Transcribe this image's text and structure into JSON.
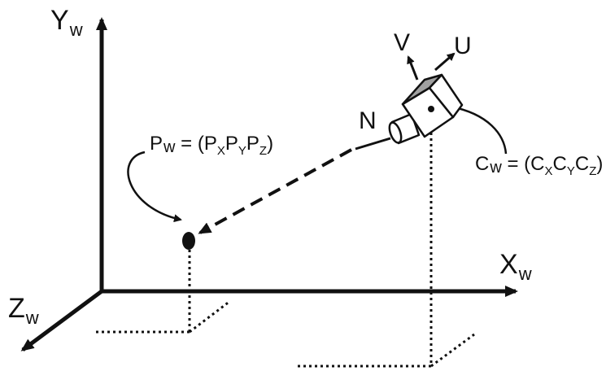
{
  "axes": {
    "y": {
      "letter": "Y",
      "sub": "w"
    },
    "x": {
      "letter": "X",
      "sub": "w"
    },
    "z": {
      "letter": "Z",
      "sub": "w"
    }
  },
  "camera_axes": {
    "v": "V",
    "u": "U",
    "n": "N"
  },
  "point_label": {
    "lhs": "P",
    "lhs_sub": "w",
    "eq": " = (",
    "a": "P",
    "a_sub": "X",
    "b": "P",
    "b_sub": "Y",
    "c": "P",
    "c_sub": "Z",
    "close": ")"
  },
  "camera_label": {
    "lhs": "C",
    "lhs_sub": "w",
    "eq": " = (",
    "a": "C",
    "a_sub": "X",
    "b": "C",
    "b_sub": "Y",
    "c": "C",
    "c_sub": "Z",
    "close": ")"
  },
  "colors": {
    "ink": "#111111",
    "camera_top": "#a0a0a0",
    "background": "#ffffff"
  }
}
